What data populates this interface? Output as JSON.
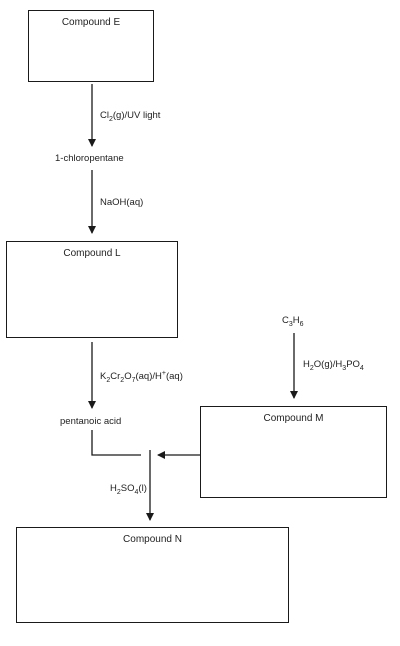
{
  "boxes": {
    "e": "Compound E",
    "l": "Compound L",
    "m": "Compound M",
    "n": "Compound N"
  },
  "intermediates": {
    "chloropentane": "1-chloropentane",
    "pentanoic_acid": "pentanoic acid",
    "propene": {
      "c": "C",
      "n1": "3",
      "h": "H",
      "n2": "6"
    }
  },
  "reagents": {
    "chlorination": {
      "pre": "Cl",
      "sub": "2",
      "post": "(g)/UV light"
    },
    "hydrolysis": "NaOH(aq)",
    "oxidation": {
      "a": "K",
      "a_sub": "2",
      "b": "Cr",
      "b_sub": "2",
      "c": "O",
      "c_sub": "7",
      "d": "(aq)/H",
      "d_sup": "+",
      "e": "(aq)"
    },
    "hydration": {
      "a": "H",
      "a_sub": "2",
      "b": "O(g)/H",
      "b_sub": "3",
      "c": "PO",
      "c_sub": "4"
    },
    "esterification": {
      "a": "H",
      "a_sub": "2",
      "b": "SO",
      "b_sub": "4",
      "c": "(l)"
    }
  }
}
